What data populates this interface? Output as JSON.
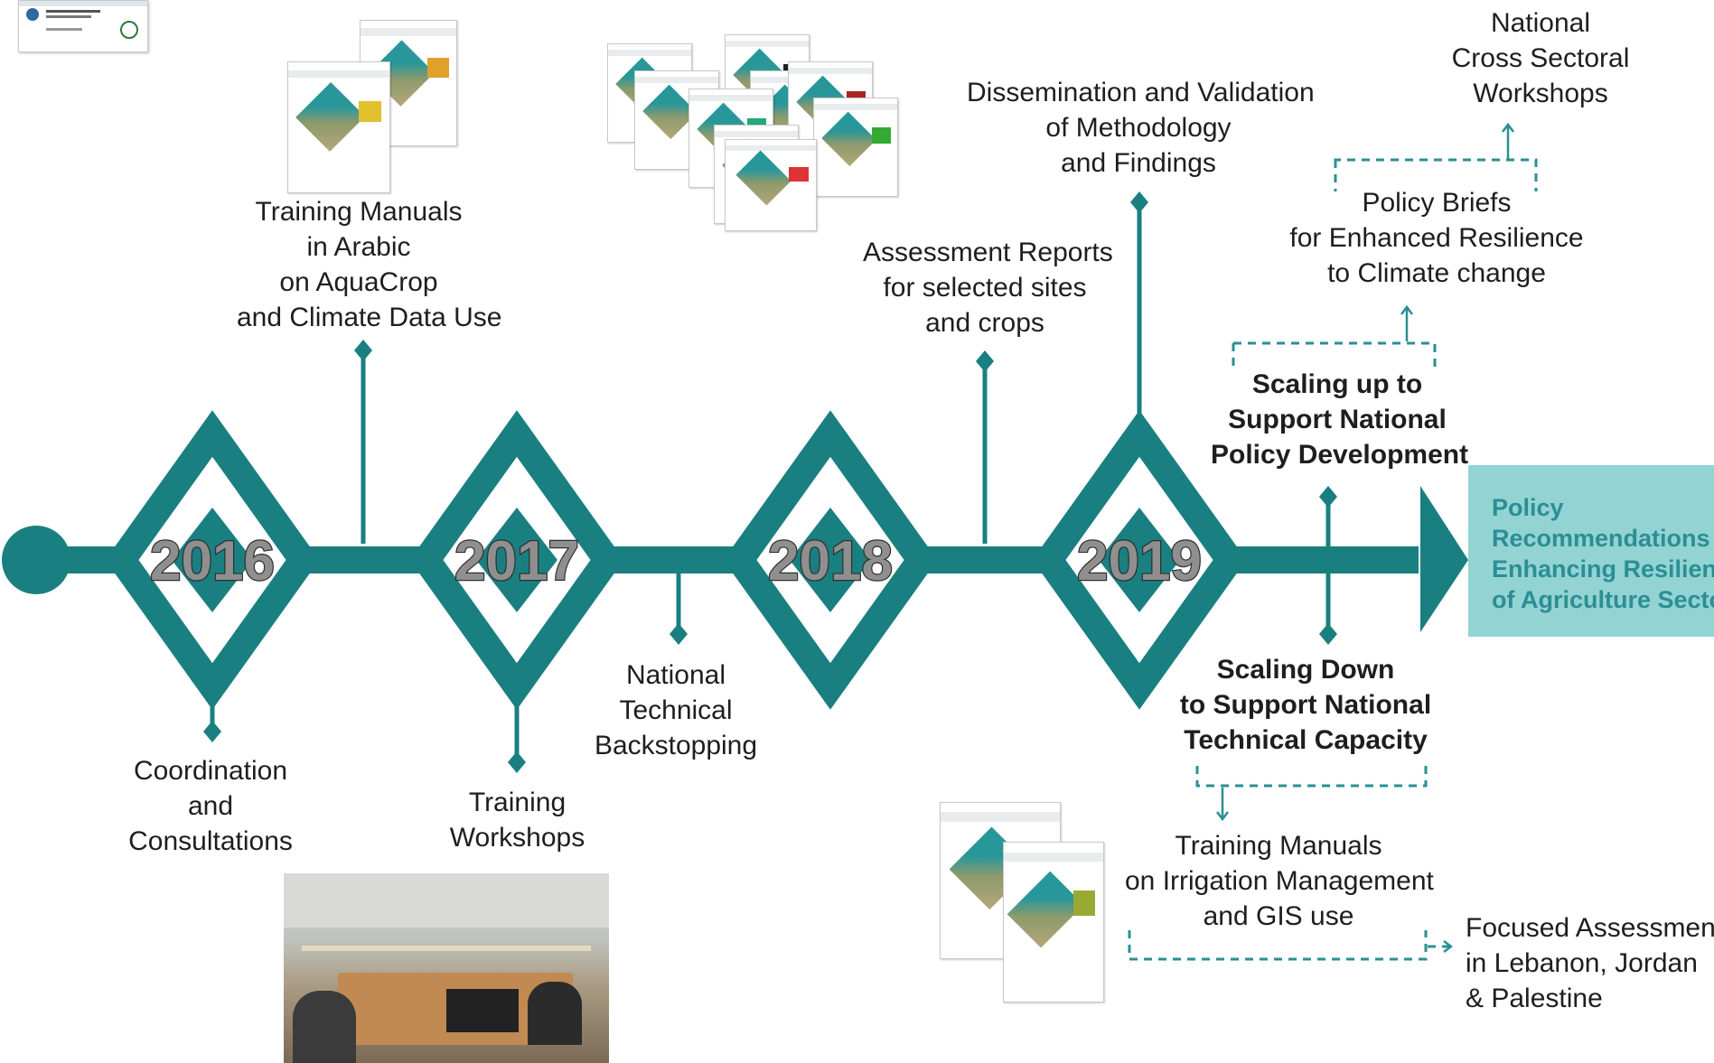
{
  "title": "",
  "timeline": {
    "years": [
      "2016",
      "2017",
      "2018",
      "2019"
    ],
    "colors": {
      "teal": "#1a7f80",
      "tealLight": "#93d3d4",
      "tealText": "#2a8f93",
      "yearFill": "#8f8f8f"
    }
  },
  "labels": {
    "training_manuals_arabic": [
      "Training Manuals",
      "in Arabic",
      "on AquaCrop",
      "and Climate Data Use"
    ],
    "coordination": [
      "Coordination",
      "and",
      "Consultations"
    ],
    "training_workshops": [
      "Training",
      "Workshops"
    ],
    "national_technical": [
      "National",
      "Technical",
      "Backstopping"
    ],
    "assessment_reports": [
      "Assessment Reports",
      "for selected sites",
      "and crops"
    ],
    "dissemination": [
      "Dissemination and Validation",
      "of Methodology",
      "and Findings"
    ],
    "national_cross": [
      "National",
      "Cross Sectoral",
      "Workshops"
    ],
    "policy_briefs": [
      "Policy Briefs",
      "for Enhanced Resilience",
      "to Climate change"
    ],
    "scaling_up": [
      "Scaling up to",
      "Support National",
      "Policy Development"
    ],
    "scaling_down": [
      "Scaling Down",
      "to Support National",
      "Technical Capacity"
    ],
    "training_manuals_irrigation": [
      "Training Manuals",
      "on Irrigation Management",
      "and GIS use"
    ],
    "focused_assessments": [
      "Focused Assessments",
      "in Lebanon, Jordan",
      "& Palestine"
    ],
    "policy_recommendations": [
      "Policy",
      "Recommendations",
      "Enhancing Resilience",
      "of Agriculture Sector"
    ]
  },
  "images": {
    "top_left_report": "report-cover-thumbnail",
    "arabic_manual_covers": "manual-covers",
    "country_report_covers": "country-report-covers",
    "irrigation_manual_covers": "irrigation-manual-covers",
    "workshop_photo": "workshop-photo"
  }
}
